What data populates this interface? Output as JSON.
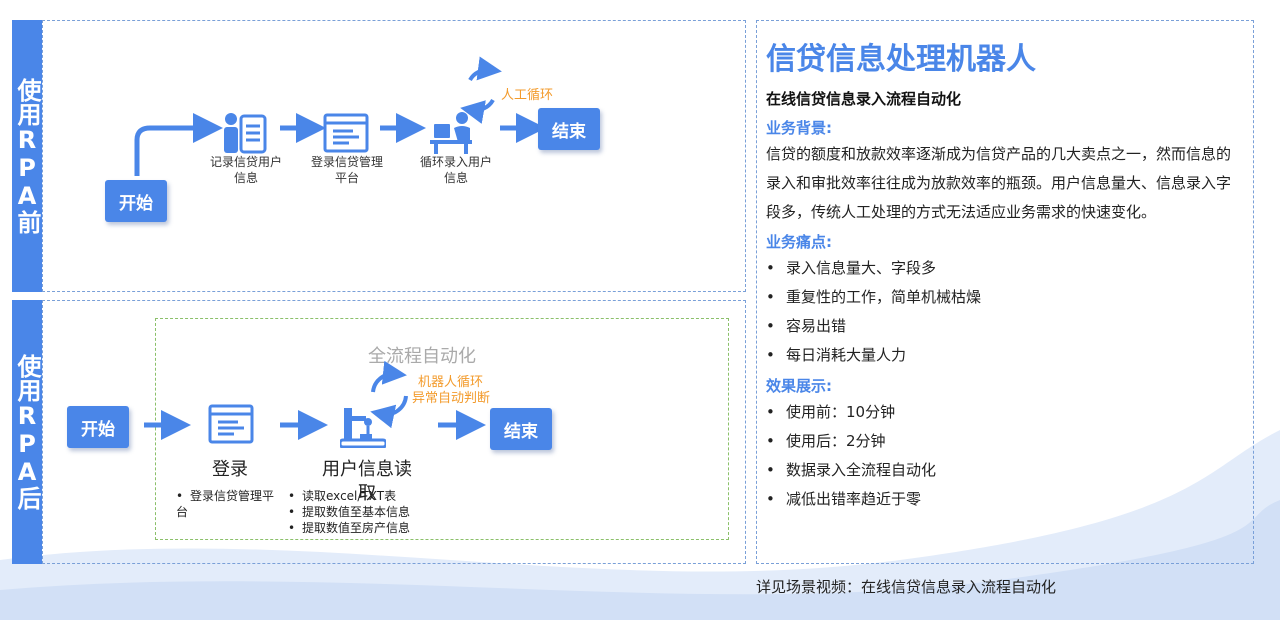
{
  "colors": {
    "accent": "#4a86e8",
    "orange": "#f39b2c",
    "green_dash": "#8bc06a"
  },
  "before": {
    "tab": "使用RPA前",
    "start": "开始",
    "end": "结束",
    "loop_label": "人工循环",
    "steps": [
      "记录信贷用户信息",
      "登录信贷管理平台",
      "循环录入用户信息"
    ],
    "icons": [
      "person-document-icon",
      "browser-window-icon",
      "worker-at-desk-icon"
    ]
  },
  "after": {
    "tab": "使用RPA后",
    "start": "开始",
    "end": "结束",
    "box_title": "全流程自动化",
    "loop_label_1": "机器人循环",
    "loop_label_2": "异常自动判断",
    "step1_title": "登录",
    "step1_items": [
      "登录信贷管理平台"
    ],
    "step2_title": "用户信息读取",
    "step2_items": [
      "读取excel/TXT表",
      "提取数值至基本信息",
      "提取数值至房产信息"
    ]
  },
  "right": {
    "title": "信贷信息处理机器人",
    "subtitle": "在线信贷信息录入流程自动化",
    "background_label": "业务背景:",
    "background_text": "信贷的额度和放款效率逐渐成为信贷产品的几大卖点之一，然而信息的录入和审批效率往往成为放款效率的瓶颈。用户信息量大、信息录入字段多，传统人工处理的方式无法适应业务需求的快速变化。",
    "pain_label": "业务痛点:",
    "pain_items": [
      "录入信息量大、字段多",
      "重复性的工作，简单机械枯燥",
      "容易出错",
      "每日消耗大量人力"
    ],
    "effect_label": "效果展示:",
    "effect_items": [
      "使用前：10分钟",
      "使用后：2分钟",
      "数据录入全流程自动化",
      "减低出错率趋近于零"
    ]
  },
  "footer": "详见场景视频：在线信贷信息录入流程自动化"
}
